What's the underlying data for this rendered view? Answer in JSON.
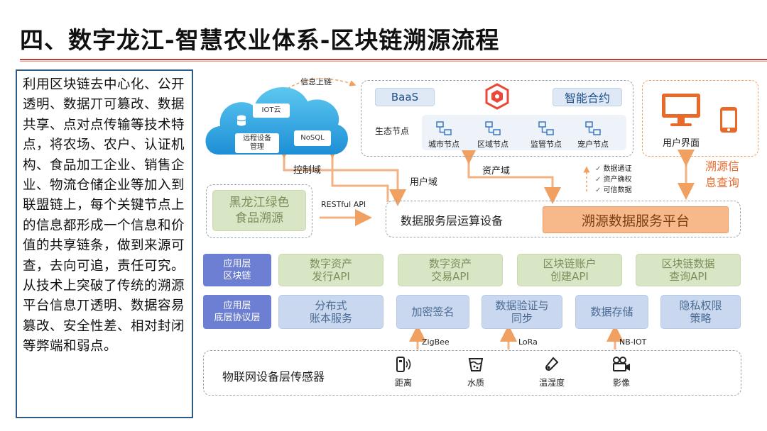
{
  "title": "四、数字龙江-智慧农业体系-区块链溯源流程",
  "left_text": "利用区块链去中心化、公开透明、数据丌可篡改、数据共享、点对点传输等技术特点，将农场、农户、认证机构、食品加工企业、销售企业、物流仓储企业等加入到联盟链上，每个关键节点上的信息都形成一个信息和价值的共享链条，做到来源可查，去向可追，责任可究。从技术上突破了传统的溯源平台信息丌透明、数据容易篡改、安全性差、相对封闭等弊端和弱点。",
  "cloud": {
    "iot": "IOT云",
    "remote": "远程设备\n管理",
    "nosql": "NoSQL"
  },
  "labels": {
    "info_chain": "信息上链",
    "control_domain": "控制域",
    "user_domain": "用户域",
    "asset_domain": "资产域",
    "restful": "RESTful API",
    "trace_query": "溯源信\n息查询",
    "user_ui": "用户界面"
  },
  "baas": {
    "baas": "BaaS",
    "contract": "智能合约",
    "eco": "生态节点",
    "nodes": [
      "城市节点",
      "区域节点",
      "监管节点",
      "宠户节点"
    ]
  },
  "checks": [
    "数据通证",
    "资产确权",
    "可信数据"
  ],
  "heilongjiang": "黑龙江绿色\n食品溯源",
  "data_service": "数据服务层运算设备",
  "trace_platform": "溯源数据服务平台",
  "app_layer": {
    "label": "应用层\n区块链",
    "items": [
      "数字资产\n发行API",
      "数字资产\n交易API",
      "区块链账户\n创建API",
      "区块链数据\n查询API"
    ]
  },
  "base_layer": {
    "label": "应用层\n底层协议层",
    "items": [
      "分布式\n账本服务",
      "加密签名",
      "数据验证与\n同步",
      "数据存储",
      "隐私权限\n策略"
    ]
  },
  "protocols": [
    "ZigBee",
    "LoRa",
    "NB-IOT"
  ],
  "iot_layer": {
    "label": "物联网设备层传感器",
    "sensors": [
      {
        "icon": "distance-icon",
        "label": "距离"
      },
      {
        "icon": "water-quality-icon",
        "label": "水质"
      },
      {
        "icon": "thermometer-icon",
        "label": "温湿度"
      },
      {
        "icon": "camera-icon",
        "label": "影像"
      }
    ]
  },
  "colors": {
    "accent_red": "#c0392b",
    "orange": "#f7b98a",
    "purple": "#6d7fd2",
    "green": "#d9e6c6",
    "blue": "#c9d8ee"
  }
}
